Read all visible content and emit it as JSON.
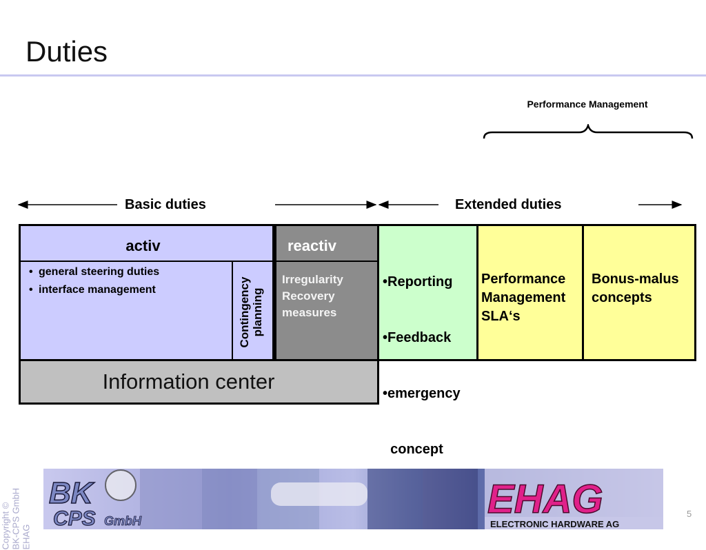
{
  "slide": {
    "title": "Duties",
    "page_number": "5",
    "copyright": [
      "Copyright ©",
      "BK-CPS GmbH",
      "EHAG"
    ]
  },
  "performance_management_label": "Performance Management",
  "arrows": {
    "basic_duties": "Basic duties",
    "extended_duties": "Extended duties"
  },
  "boxes": {
    "activ": {
      "header": "activ",
      "items": [
        "general steering duties",
        "interface management"
      ],
      "contingency": [
        "Contingency",
        "planning"
      ]
    },
    "reactiv": {
      "header": "reactiv",
      "lines": [
        "Irregularity",
        "Recovery",
        "measures"
      ]
    },
    "green": {
      "lines": [
        "•Reporting",
        "•Feedback",
        "•emergency",
        "  concept"
      ]
    },
    "performance": {
      "lines": [
        "Performance",
        "Management",
        "SLA‘s"
      ]
    },
    "bonus": {
      "lines": [
        "Bonus-malus",
        "concepts"
      ]
    },
    "information_center": "Information center"
  },
  "banner": {
    "logo_left": [
      "BK",
      "CPS",
      "GmbH"
    ],
    "logo_right": "EHAG",
    "logo_right_sub": "ELECTRONIC HARDWARE AG"
  },
  "colors": {
    "activ_bg": "#ccccff",
    "reactiv_bg": "#8c8c8c",
    "green_bg": "#ccffcc",
    "yellow_bg": "#ffff99",
    "info_bg": "#c0c0c0",
    "ehag_magenta": "#e0218a"
  }
}
